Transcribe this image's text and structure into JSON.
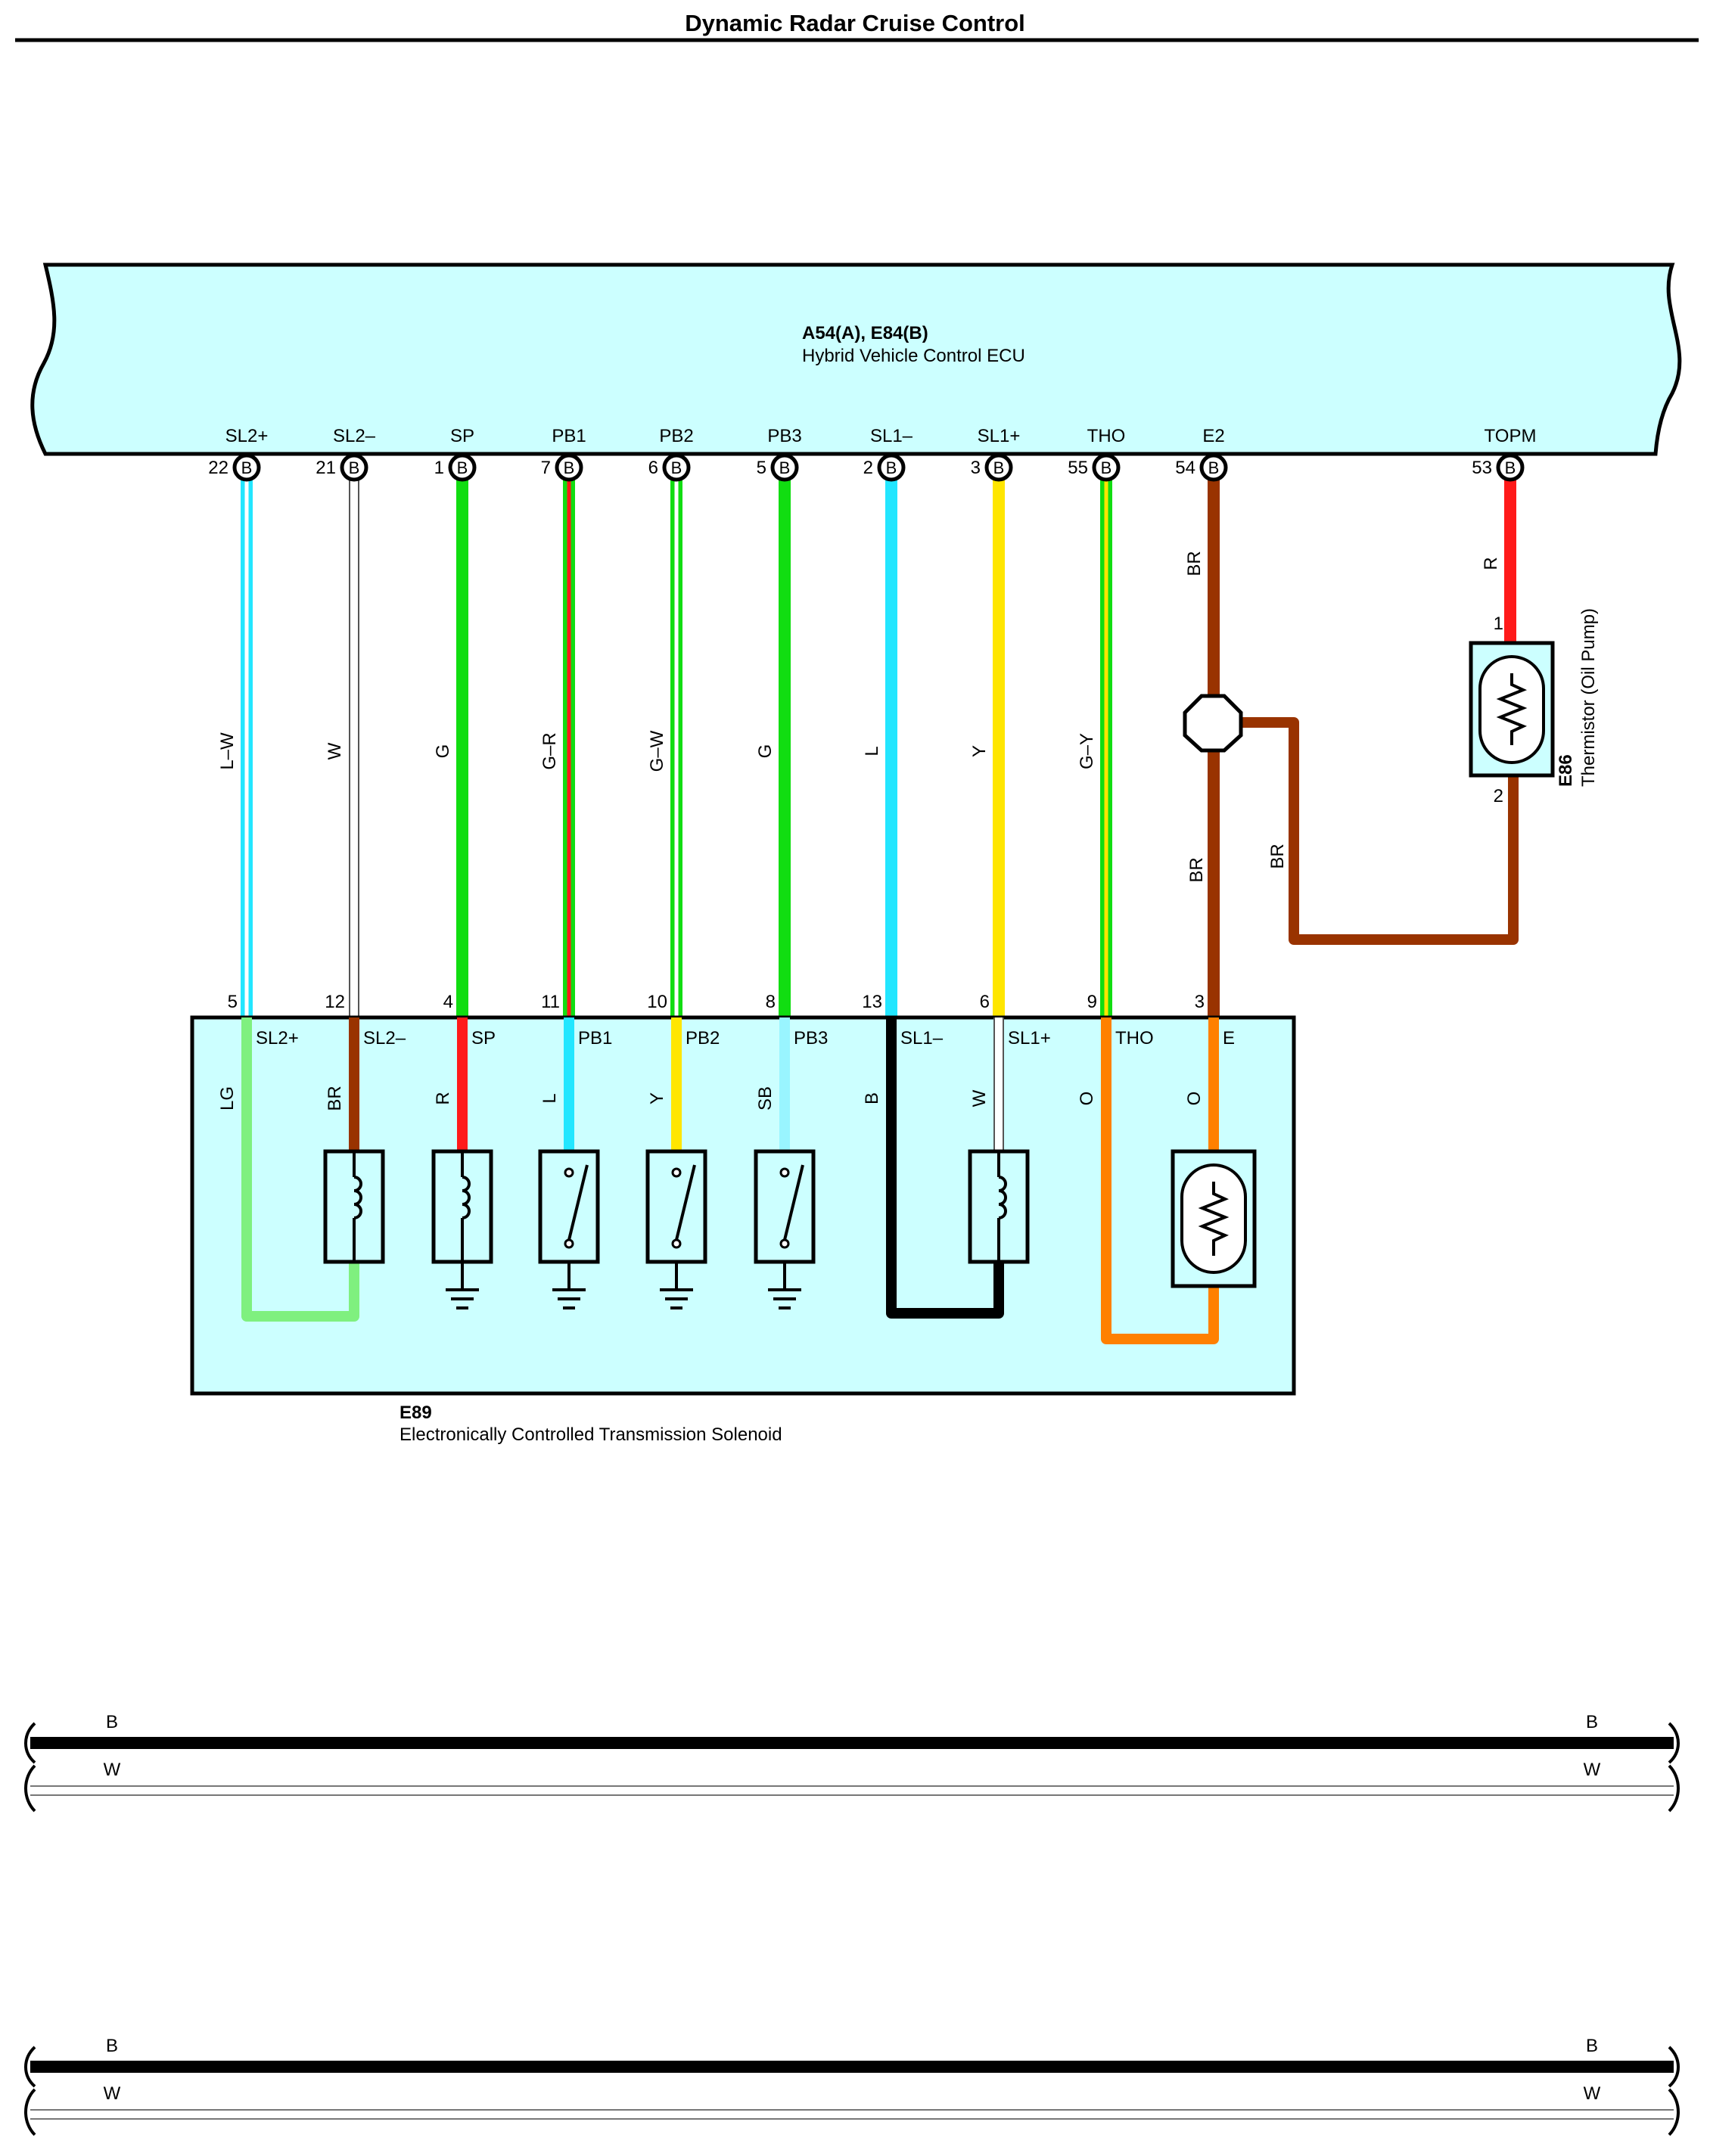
{
  "title": "Dynamic Radar Cruise Control",
  "ecu": {
    "connector_ref": "A54(A), E84(B)",
    "name": "Hybrid Vehicle Control ECU",
    "pins": [
      {
        "label": "SL2+",
        "pin": "22",
        "conn": "B"
      },
      {
        "label": "SL2–",
        "pin": "21",
        "conn": "B"
      },
      {
        "label": "SP",
        "pin": "1",
        "conn": "B"
      },
      {
        "label": "PB1",
        "pin": "7",
        "conn": "B"
      },
      {
        "label": "PB2",
        "pin": "6",
        "conn": "B"
      },
      {
        "label": "PB3",
        "pin": "5",
        "conn": "B"
      },
      {
        "label": "SL1–",
        "pin": "2",
        "conn": "B"
      },
      {
        "label": "SL1+",
        "pin": "3",
        "conn": "B"
      },
      {
        "label": "THO",
        "pin": "55",
        "conn": "B"
      },
      {
        "label": "E2",
        "pin": "54",
        "conn": "B"
      },
      {
        "label": "TOPM",
        "pin": "53",
        "conn": "B"
      }
    ]
  },
  "harness_wires": [
    {
      "code": "L–W",
      "colors": [
        "#22e6ff",
        "#ffffff"
      ]
    },
    {
      "code": "W",
      "colors": [
        "#ffffff"
      ]
    },
    {
      "code": "G",
      "colors": [
        "#11dd11"
      ]
    },
    {
      "code": "G–R",
      "colors": [
        "#11dd11",
        "#ff1a1a"
      ]
    },
    {
      "code": "G–W",
      "colors": [
        "#11dd11",
        "#ffffff"
      ]
    },
    {
      "code": "G",
      "colors": [
        "#11dd11"
      ]
    },
    {
      "code": "L",
      "colors": [
        "#22e6ff"
      ]
    },
    {
      "code": "Y",
      "colors": [
        "#ffe600"
      ]
    },
    {
      "code": "G–Y",
      "colors": [
        "#11dd11",
        "#ffe600"
      ]
    },
    {
      "code": "BR",
      "colors": [
        "#993300"
      ]
    },
    {
      "code": "R",
      "colors": [
        "#ff1a1a"
      ]
    }
  ],
  "e2_lower_wire": "BR",
  "splice_branch_wire": "BR",
  "thermistor": {
    "ref": "E86",
    "name": "Thermistor (Oil Pump)",
    "pin_top": "1",
    "pin_bottom": "2"
  },
  "solenoid": {
    "ref": "E89",
    "name": "Electronically Controlled Transmission Solenoid",
    "terminals": [
      {
        "pin": "5",
        "label": "SL2+",
        "wire": "LG",
        "color": "#7ff07f"
      },
      {
        "pin": "12",
        "label": "SL2–",
        "wire": "BR",
        "color": "#993300"
      },
      {
        "pin": "4",
        "label": "SP",
        "wire": "R",
        "color": "#ff1a1a"
      },
      {
        "pin": "11",
        "label": "PB1",
        "wire": "L",
        "color": "#22e6ff"
      },
      {
        "pin": "10",
        "label": "PB2",
        "wire": "Y",
        "color": "#ffe600"
      },
      {
        "pin": "8",
        "label": "PB3",
        "wire": "SB",
        "color": "#99f5ff"
      },
      {
        "pin": "13",
        "label": "SL1–",
        "wire": "B",
        "color": "#000000"
      },
      {
        "pin": "6",
        "label": "SL1+",
        "wire": "W",
        "color": "#ffffff"
      },
      {
        "pin": "9",
        "label": "THO",
        "wire": "O",
        "color": "#ff8000"
      },
      {
        "pin": "3",
        "label": "E",
        "wire": "O",
        "color": "#ff8000"
      }
    ]
  },
  "bus_groups": [
    {
      "lines": [
        {
          "code": "B",
          "color": "#000000"
        },
        {
          "code": "W",
          "color": "#ffffff"
        }
      ]
    },
    {
      "lines": [
        {
          "code": "B",
          "color": "#000000"
        },
        {
          "code": "W",
          "color": "#ffffff"
        }
      ]
    }
  ],
  "colors": {
    "ecu_fill": "#ccffff",
    "brown": "#993300"
  }
}
